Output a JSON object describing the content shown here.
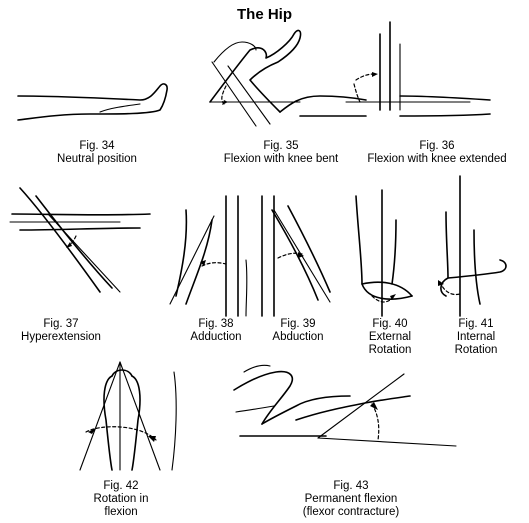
{
  "title": "The Hip",
  "figures": [
    {
      "number": "Fig. 34",
      "caption": [
        "Neutral position"
      ]
    },
    {
      "number": "Fig. 35",
      "caption": [
        "Flexion with knee bent"
      ]
    },
    {
      "number": "Fig. 36",
      "caption": [
        "Flexion with knee extended"
      ]
    },
    {
      "number": "Fig. 37",
      "caption": [
        "Hyperextension"
      ]
    },
    {
      "number": "Fig. 38",
      "caption": [
        "Adduction"
      ]
    },
    {
      "number": "Fig. 39",
      "caption": [
        "Abduction"
      ]
    },
    {
      "number": "Fig. 40",
      "caption": [
        "External",
        "Rotation"
      ]
    },
    {
      "number": "Fig. 41",
      "caption": [
        "Internal",
        "Rotation"
      ]
    },
    {
      "number": "Fig. 42",
      "caption": [
        "Rotation in",
        "flexion"
      ]
    },
    {
      "number": "Fig. 43",
      "caption": [
        "Permanent flexion",
        "(flexor contracture)"
      ]
    }
  ]
}
